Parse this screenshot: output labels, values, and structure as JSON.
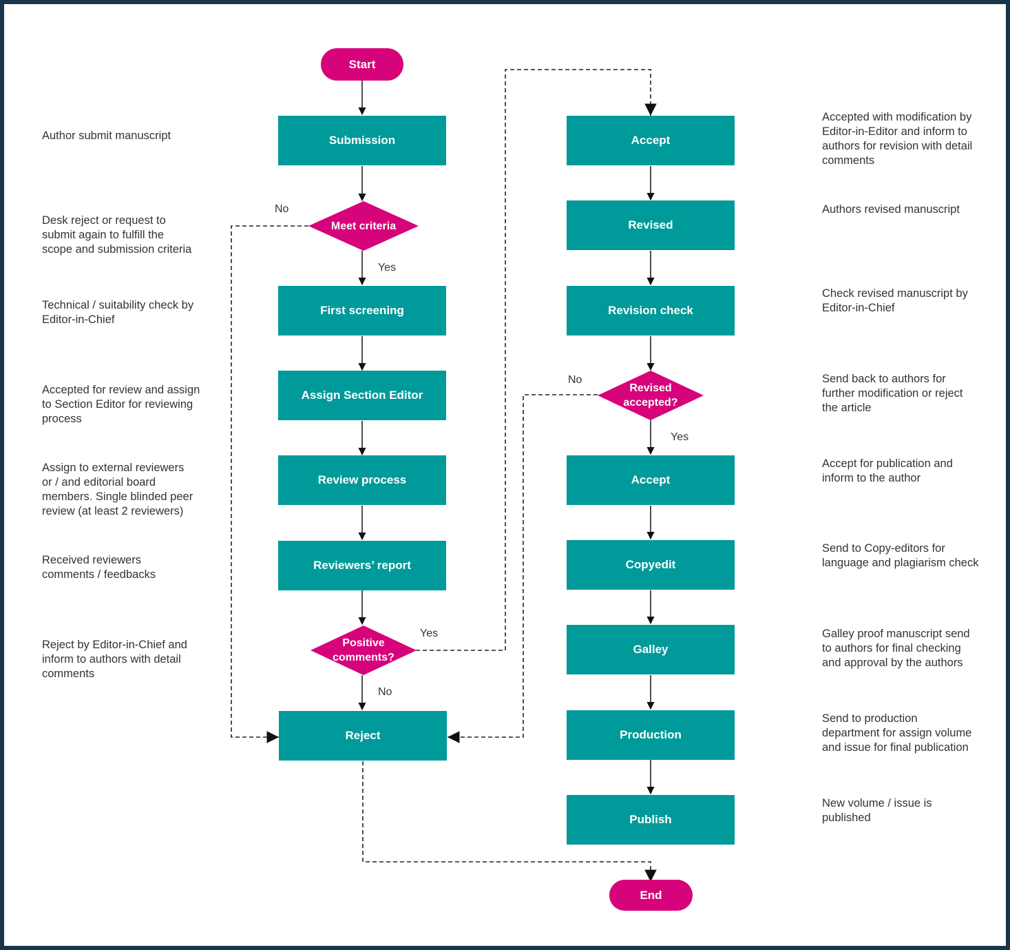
{
  "nodes": {
    "start": "Start",
    "submission": "Submission",
    "meet_criteria": "Meet criteria",
    "first_screening": "First screening",
    "assign_section_editor": "Assign Section Editor",
    "review_process": "Review process",
    "reviewers_report": "Reviewers’ report",
    "positive_comments": [
      "Positive",
      "comments?"
    ],
    "reject": "Reject",
    "accept_1": "Accept",
    "revised": "Revised",
    "revision_check": "Revision check",
    "revised_accepted": [
      "Revised",
      "accepted?"
    ],
    "accept_2": "Accept",
    "copyedit": "Copyedit",
    "galley": "Galley",
    "production": "Production",
    "publish": "Publish",
    "end": "End"
  },
  "branch_labels": {
    "meet_criteria_no": "No",
    "meet_criteria_yes": "Yes",
    "positive_yes": "Yes",
    "positive_no": "No",
    "revised_accepted_no": "No",
    "revised_accepted_yes": "Yes"
  },
  "notes_left": [
    [
      "Author submit manuscript"
    ],
    [
      "Desk reject or request to",
      "submit again to fulfill the",
      "scope and submission criteria"
    ],
    [
      "Technical / suitability check by",
      "Editor-in-Chief"
    ],
    [
      "Accepted for review and assign",
      "to Section Editor for reviewing",
      "process"
    ],
    [
      "Assign to external reviewers",
      "or / and editorial board",
      "members. Single blinded peer",
      "review (at least 2 reviewers)"
    ],
    [
      "Received reviewers",
      "comments / feedbacks"
    ],
    [
      "Reject by Editor-in-Chief and",
      "inform to authors with detail",
      "comments"
    ]
  ],
  "notes_right": [
    [
      "Accepted with modification by",
      "Editor-in-Editor and inform to",
      "authors for revision with detail",
      "comments"
    ],
    [
      "Authors revised manuscript"
    ],
    [
      "Check revised manuscript by",
      "Editor-in-Chief"
    ],
    [
      "Send back to authors for",
      "further modification or reject",
      "the article"
    ],
    [
      "Accept for publication and",
      "inform to the author"
    ],
    [
      "Send to Copy-editors for",
      "language and plagiarism check"
    ],
    [
      "Galley proof manuscript send",
      "to authors for final checking",
      "and approval by the authors"
    ],
    [
      "Send to production",
      "department for assign volume",
      "and issue for final publication"
    ],
    [
      "New volume / issue is",
      "published"
    ]
  ],
  "colors": {
    "process": "#009a9a",
    "decision": "#d6037a",
    "terminal": "#d6037a",
    "border": "#17364a"
  }
}
